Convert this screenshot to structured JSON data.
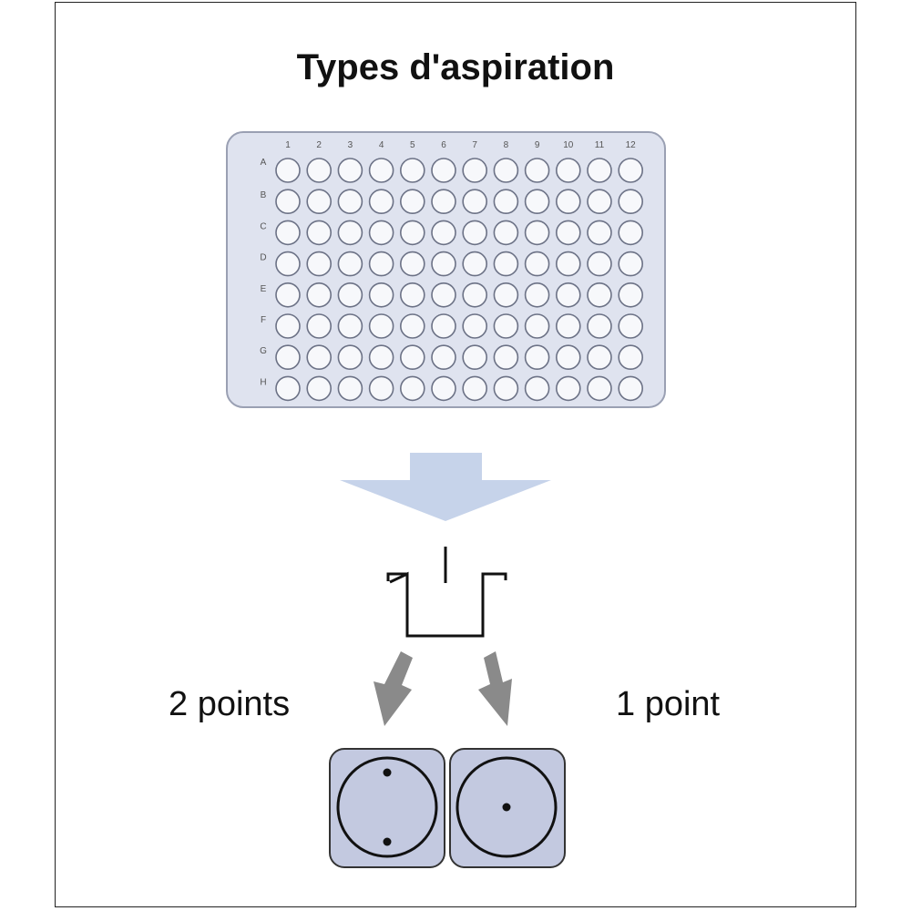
{
  "title": "Types d'aspiration",
  "plate": {
    "columns": [
      "1",
      "2",
      "3",
      "4",
      "5",
      "6",
      "7",
      "8",
      "9",
      "10",
      "11",
      "12"
    ],
    "rows": [
      "A",
      "B",
      "C",
      "D",
      "E",
      "F",
      "G",
      "H"
    ]
  },
  "modes": [
    {
      "label": "2 points",
      "points": 2
    },
    {
      "label": "1 point",
      "points": 1
    }
  ],
  "colors": {
    "plate_fill": "#dfe3ef",
    "plate_stroke": "#9aa0b3",
    "well_fill": "#f7f8fb",
    "well_stroke": "#6c7286",
    "arrow_fill": "#c6d3ea",
    "small_arrow": "#8a8a8a",
    "well_detail_fill": "#c3c9e0",
    "line": "#111111"
  }
}
